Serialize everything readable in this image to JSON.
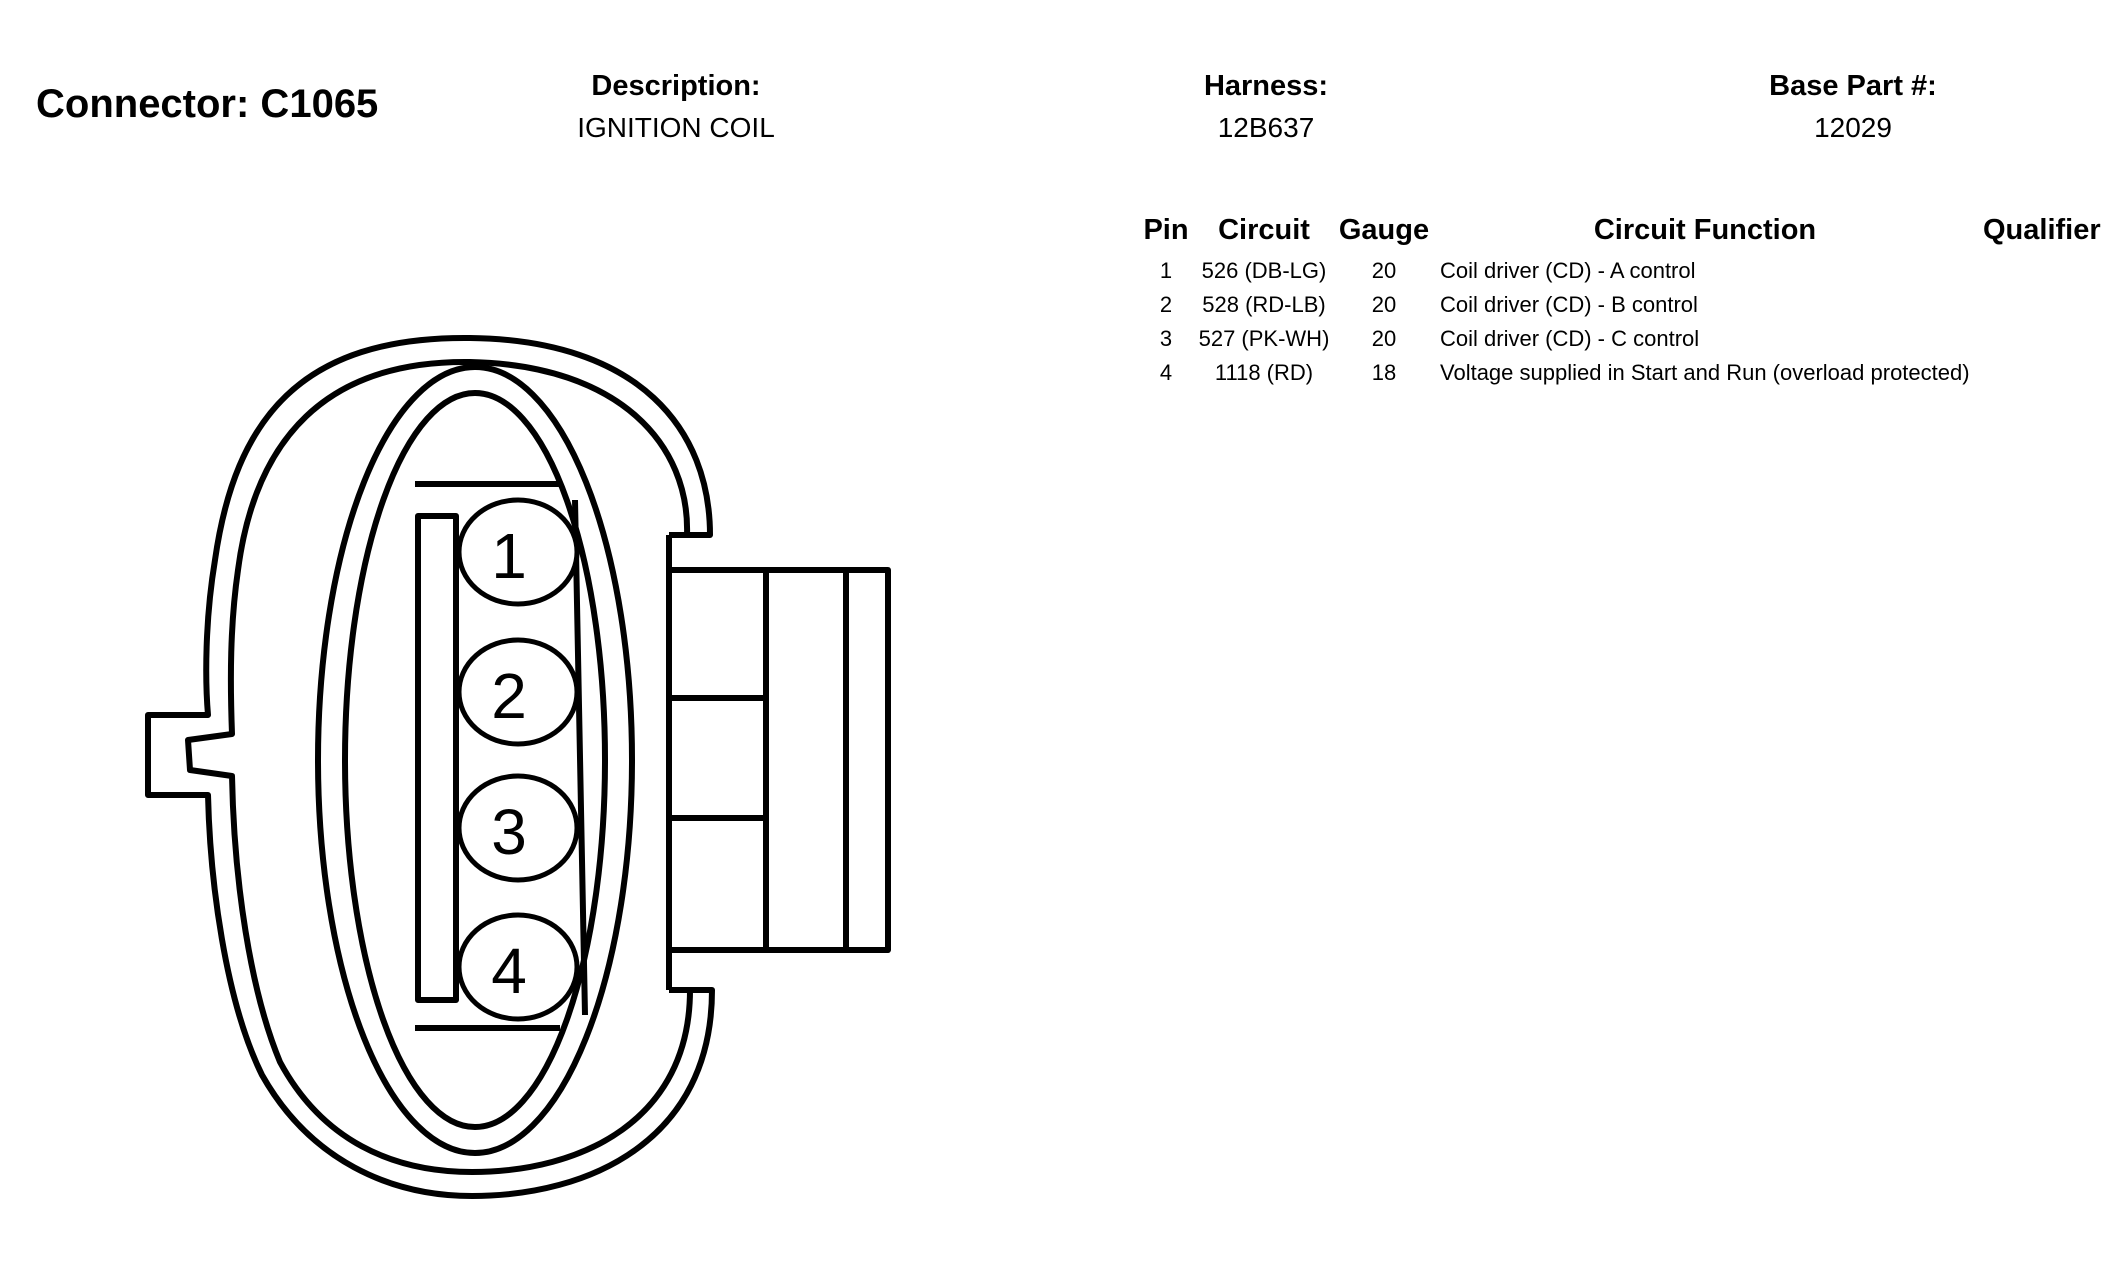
{
  "connector": {
    "title": "Connector: C1065"
  },
  "description": {
    "label": "Description:",
    "value": "IGNITION COIL"
  },
  "harness": {
    "label": "Harness:",
    "value": "12B637"
  },
  "base_part": {
    "label": "Base Part #:",
    "value": "12029"
  },
  "table": {
    "headers": {
      "pin": "Pin",
      "circuit": "Circuit",
      "gauge": "Gauge",
      "function": "Circuit Function",
      "qualifier": "Qualifier"
    },
    "rows": [
      {
        "pin": "1",
        "circuit": "526 (DB-LG)",
        "gauge": "20",
        "function": "Coil driver (CD) - A control",
        "qualifier": ""
      },
      {
        "pin": "2",
        "circuit": "528 (RD-LB)",
        "gauge": "20",
        "function": "Coil driver (CD) - B control",
        "qualifier": ""
      },
      {
        "pin": "3",
        "circuit": "527 (PK-WH)",
        "gauge": "20",
        "function": "Coil driver (CD) - C control",
        "qualifier": ""
      },
      {
        "pin": "4",
        "circuit": "1118 (RD)",
        "gauge": "18",
        "function": "Voltage supplied in Start and Run (overload protected)",
        "qualifier": ""
      }
    ]
  },
  "diagram": {
    "pins": [
      "1",
      "2",
      "3",
      "4"
    ],
    "stroke_color": "#000000"
  }
}
